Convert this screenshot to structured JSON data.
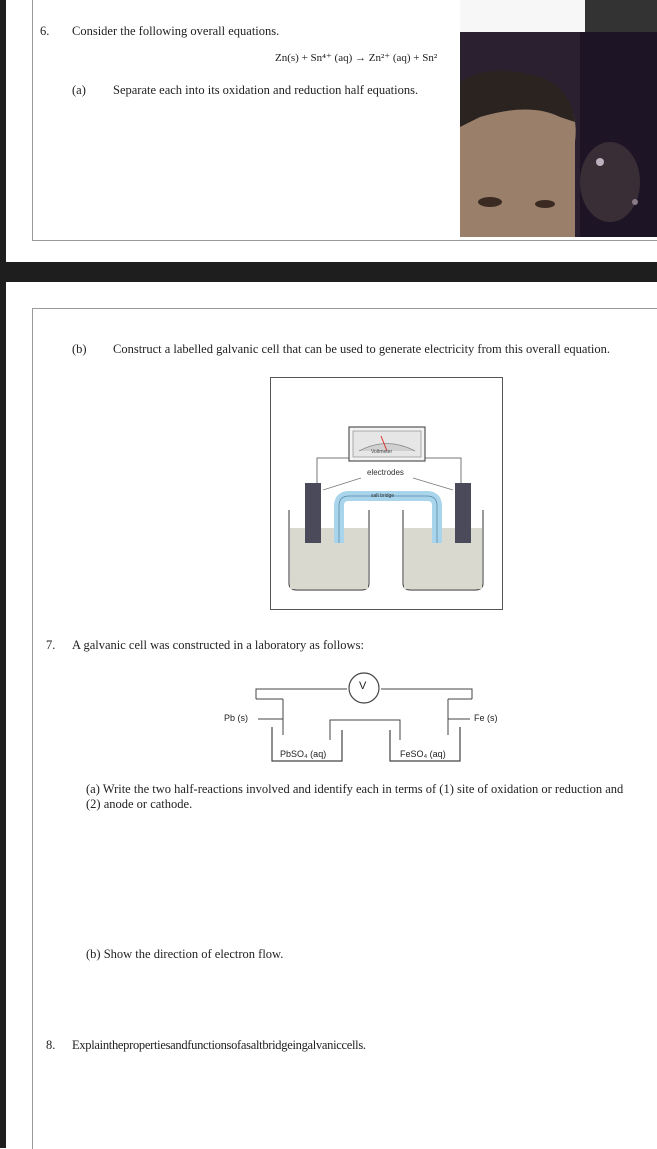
{
  "q6": {
    "number": "6.",
    "prompt": "Consider the following overall equations.",
    "equation": "Zn(s) + Sn⁴⁺ (aq) → Zn²⁺ (aq) + Sn²",
    "a_label": "(a)",
    "a_text": "Separate each into its oxidation and reduction half equations.",
    "b_label": "(b)",
    "b_text": "Construct a labelled galvanic cell that can be used to generate electricity from this overall equation.",
    "diagram": {
      "voltmeter": "Voltmeter",
      "electrodes": "electrodes",
      "salt_bridge": "salt bridge"
    }
  },
  "q7": {
    "number": "7.",
    "prompt": "A galvanic cell was constructed in a laboratory as follows:",
    "diagram": {
      "meter": "V",
      "left_electrode": "Pb (s)",
      "right_electrode": "Fe (s)",
      "left_solution": "PbSO₄ (aq)",
      "right_solution": "FeSO₄ (aq)"
    },
    "a_text": "(a) Write the two half-reactions involved and identify each in terms of (1) site of oxidation or reduction and (2) anode or cathode.",
    "b_text": "(b) Show the direction of electron flow."
  },
  "q8": {
    "number": "8.",
    "prompt": "Explainthepropertiesandfunctionsofasaltbridgeingalvaniccells."
  },
  "colors": {
    "solution": "#d9d9cf",
    "electrode": "#4a4a5a",
    "salt_bridge": "#a8d4ec",
    "dark_band": "#1e1e1e"
  }
}
